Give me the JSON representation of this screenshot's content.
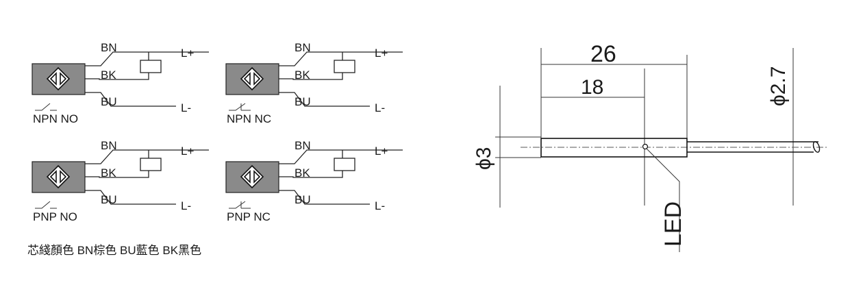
{
  "wiring": {
    "diagrams": [
      {
        "mode": "NPN NO",
        "wires": {
          "brown": "BN",
          "black": "BK",
          "blue": "BU"
        },
        "terminals": {
          "plus": "L+",
          "minus": "L-"
        }
      },
      {
        "mode": "NPN NC",
        "wires": {
          "brown": "BN",
          "black": "BK",
          "blue": "BU"
        },
        "terminals": {
          "plus": "L+",
          "minus": "L-"
        }
      },
      {
        "mode": "PNP NO",
        "wires": {
          "brown": "BN",
          "black": "BK",
          "blue": "BU"
        },
        "terminals": {
          "plus": "L+",
          "minus": "L-"
        }
      },
      {
        "mode": "PNP NC",
        "wires": {
          "brown": "BN",
          "black": "BK",
          "blue": "BU"
        },
        "terminals": {
          "plus": "L+",
          "minus": "L-"
        }
      }
    ],
    "legend": "芯綫顏色 BN棕色 BU藍色 BK黑色",
    "sensor_face_color": "#8a8a8a"
  },
  "drawing": {
    "length_total": "26",
    "length_body": "18",
    "diameter_body": "ϕ3",
    "diameter_cable": "ϕ2.7",
    "led_label": "LED"
  }
}
